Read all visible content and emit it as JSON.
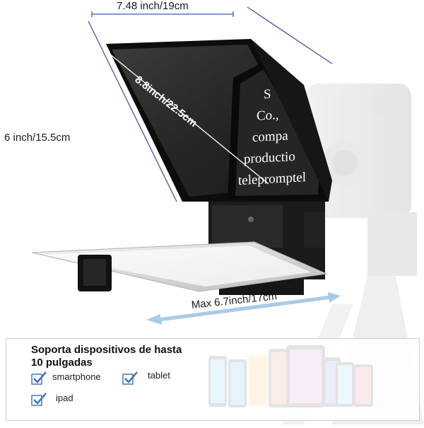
{
  "dimensions": {
    "top_width": "7.48 inch/19cm",
    "diagonal": "8.8inch/22.5cm",
    "side_height": "6 inch/15.5cm",
    "max_phone_width": "Max 6.7inch/17cm"
  },
  "screen_text": [
    "S",
    "Co.,",
    "compa",
    "productio",
    "telepromptel"
  ],
  "features": {
    "title": "Soporta dispositivos de hasta 10 pulgadas",
    "items": [
      "smartphone",
      "tablet",
      "ipad"
    ]
  },
  "colors": {
    "dimension_line": "#3a5aa8",
    "arrow": "#a9cbe6",
    "check": "#3a6fb5",
    "frame": "#111111"
  }
}
